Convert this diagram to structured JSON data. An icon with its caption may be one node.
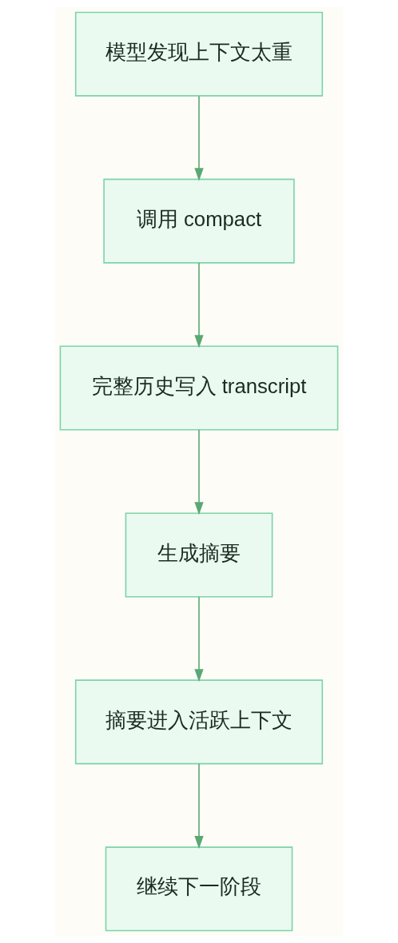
{
  "diagram": {
    "nodes": [
      {
        "text": [
          "模型发现上下文太重"
        ]
      },
      {
        "text": [
          "调用 compact"
        ]
      },
      {
        "text": [
          "完整历史写入 transcript"
        ]
      },
      {
        "text": [
          "生成摘要"
        ]
      },
      {
        "text": [
          "摘要进入活跃上下文"
        ]
      },
      {
        "text": [
          "继续下一阶段"
        ]
      }
    ],
    "edges": [
      {
        "from": 0,
        "to": 1,
        "arrow": "to"
      },
      {
        "from": 1,
        "to": 2,
        "arrow": "to"
      },
      {
        "from": 2,
        "to": 3,
        "arrow": "to"
      },
      {
        "from": 3,
        "to": 4,
        "arrow": "to"
      },
      {
        "from": 4,
        "to": 5,
        "arrow": "to"
      }
    ]
  }
}
